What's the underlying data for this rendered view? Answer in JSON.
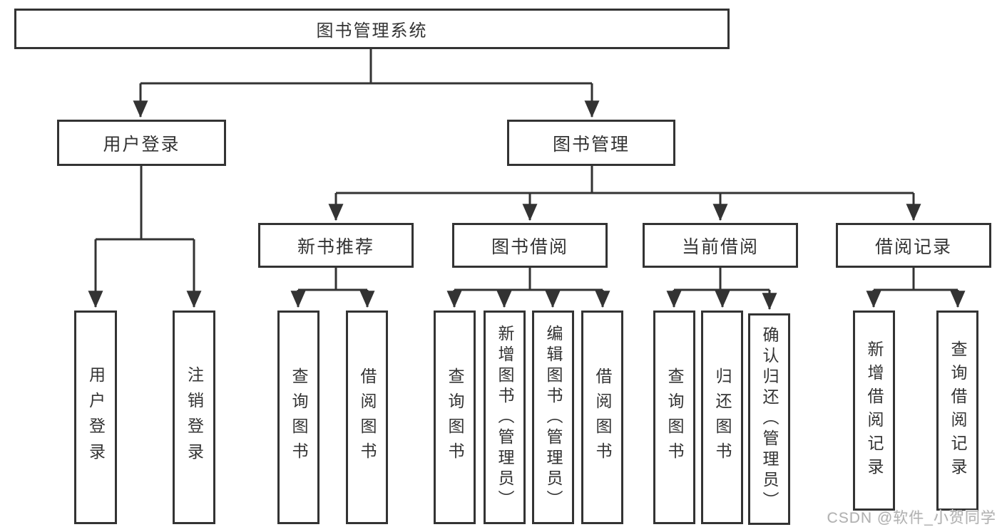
{
  "tree": {
    "root": "图书管理系统",
    "branches": [
      {
        "label": "用户登录",
        "children": [
          {
            "label": "用户登录"
          },
          {
            "label": "注销登录"
          }
        ]
      },
      {
        "label": "图书管理",
        "children": [
          {
            "label": "新书推荐",
            "children": [
              {
                "label": "查询图书"
              },
              {
                "label": "借阅图书"
              }
            ]
          },
          {
            "label": "图书借阅",
            "children": [
              {
                "label": "查询图书"
              },
              {
                "label": "新增图书（管理员）"
              },
              {
                "label": "编辑图书（管理员）"
              },
              {
                "label": "借阅图书"
              }
            ]
          },
          {
            "label": "当前借阅",
            "children": [
              {
                "label": "查询图书"
              },
              {
                "label": "归还图书"
              },
              {
                "label": "确认归还（管理员）"
              }
            ]
          },
          {
            "label": "借阅记录",
            "children": [
              {
                "label": "新增借阅记录"
              },
              {
                "label": "查询借阅记录"
              }
            ]
          }
        ]
      }
    ]
  },
  "watermark": {
    "text": "CSDN @软件_小贺同学"
  },
  "colors": {
    "line": "#333333",
    "text": "#333333",
    "background": "#ffffff",
    "watermark": "#b0b0b0"
  }
}
